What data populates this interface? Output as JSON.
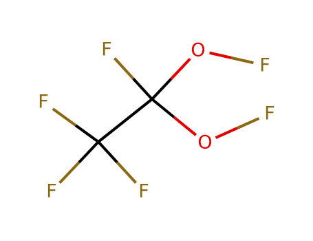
{
  "molecule": {
    "atoms": [
      {
        "id": "c1",
        "element": "C",
        "label": ""
      },
      {
        "id": "c2",
        "element": "C",
        "label": ""
      },
      {
        "id": "f1",
        "element": "F",
        "label": "F"
      },
      {
        "id": "f2",
        "element": "F",
        "label": "F"
      },
      {
        "id": "f3",
        "element": "F",
        "label": "F"
      },
      {
        "id": "f4",
        "element": "F",
        "label": "F"
      },
      {
        "id": "o1",
        "element": "O",
        "label": "O"
      },
      {
        "id": "o2",
        "element": "O",
        "label": "O"
      },
      {
        "id": "f5",
        "element": "F",
        "label": "F"
      },
      {
        "id": "f6",
        "element": "F",
        "label": "F"
      }
    ],
    "bonds": [
      {
        "from": "c1",
        "to": "c2",
        "order": 1
      },
      {
        "from": "c1",
        "to": "f1",
        "order": 1
      },
      {
        "from": "c1",
        "to": "o1",
        "order": 1
      },
      {
        "from": "c1",
        "to": "o2",
        "order": 1
      },
      {
        "from": "o1",
        "to": "f5",
        "order": 1
      },
      {
        "from": "o2",
        "to": "f6",
        "order": 1
      },
      {
        "from": "c2",
        "to": "f2",
        "order": 1
      },
      {
        "from": "c2",
        "to": "f3",
        "order": 1
      },
      {
        "from": "c2",
        "to": "f4",
        "order": 1
      }
    ],
    "colors": {
      "C": "#000000",
      "F": "#8B6914",
      "O": "#E00000"
    }
  }
}
